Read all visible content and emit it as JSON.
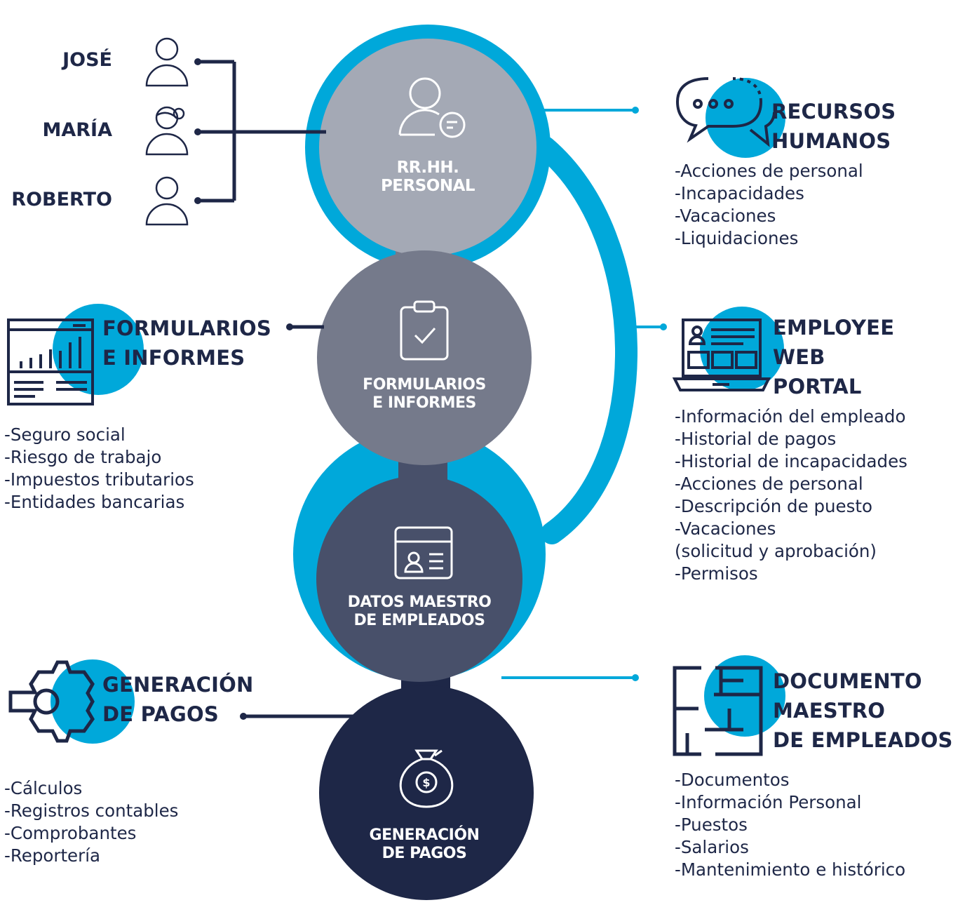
{
  "people": [
    "JOSÉ",
    "MARÍA",
    "ROBERTO"
  ],
  "nodes": [
    {
      "lines": [
        "RR.HH.",
        "PERSONAL"
      ],
      "icon": "person-chat-icon",
      "fill": "#a4a9b5"
    },
    {
      "lines": [
        "FORMULARIOS",
        "E INFORMES"
      ],
      "icon": "clipboard-check-icon",
      "fill": "#757a8b"
    },
    {
      "lines": [
        "DATOS MAESTRO",
        "DE EMPLEADOS"
      ],
      "icon": "id-card-icon",
      "fill": "#48506a"
    },
    {
      "lines": [
        "GENERACIÓN",
        "DE PAGOS"
      ],
      "icon": "money-bag-icon",
      "fill": "#1e2747"
    }
  ],
  "sections": {
    "recursos": {
      "title": [
        "RECURSOS",
        "HUMANOS"
      ],
      "icon": "speech-bubbles-icon",
      "items": [
        "-Acciones de personal",
        "-Incapacidades",
        "-Vacaciones",
        "-Liquidaciones"
      ]
    },
    "formularios": {
      "title": [
        "FORMULARIOS",
        "E INFORMES"
      ],
      "icon": "report-dashboard-icon",
      "items": [
        "-Seguro social",
        "-Riesgo de trabajo",
        "-Impuestos tributarios",
        "-Entidades bancarias"
      ]
    },
    "portal": {
      "title": [
        "EMPLOYEE",
        "WEB",
        "PORTAL"
      ],
      "icon": "laptop-profile-icon",
      "items": [
        "-Información del empleado",
        "-Historial de pagos",
        "-Historial de incapacidades",
        "-Acciones de personal",
        "-Descripción de puesto",
        "-Vacaciones",
        "(solicitud y aprobación)",
        "-Permisos"
      ]
    },
    "pagos": {
      "title": [
        "GENERACIÓN",
        "DE PAGOS"
      ],
      "icon": "gear-icon",
      "items": [
        "-Cálculos",
        "-Registros contables",
        "-Comprobantes",
        "-Reportería"
      ]
    },
    "documento": {
      "title": [
        "DOCUMENTO",
        "MAESTRO",
        "DE EMPLEADOS"
      ],
      "icon": "floor-plan-icon",
      "items": [
        "-Documentos",
        "-Información Personal",
        "-Puestos",
        "-Salarios",
        "-Mantenimiento e histórico"
      ]
    }
  },
  "colors": {
    "accent": "#00a8da",
    "navy": "#1e2747"
  }
}
